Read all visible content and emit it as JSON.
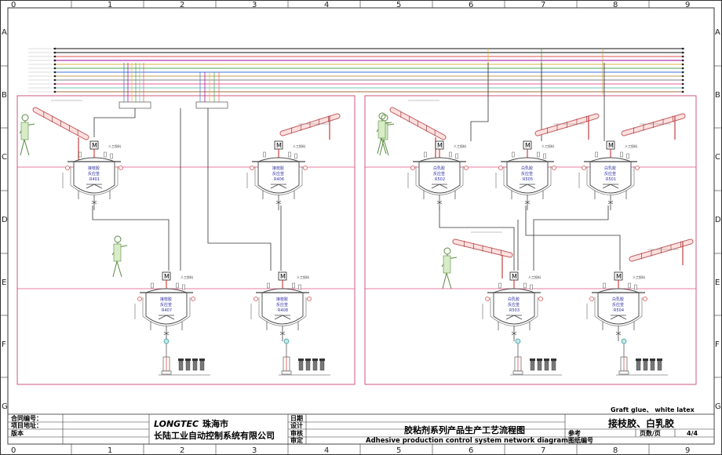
{
  "grid": {
    "columns": [
      "0",
      "1",
      "2",
      "3",
      "4",
      "5",
      "6",
      "7",
      "8",
      "9"
    ],
    "rows": [
      "A",
      "B",
      "C",
      "D",
      "E",
      "F",
      "G"
    ]
  },
  "colors": {
    "header_lines": [
      "#111111",
      "#111111",
      "#e05050",
      "#a000a0",
      "#e0b040",
      "#50a050",
      "#4070d0",
      "#c0a050",
      "#808080",
      "#e060a0",
      "#70c0c0",
      "#a07040"
    ],
    "process_pipe": "#e05080",
    "frame_line": "#c03060",
    "motor_line": "#cc2222",
    "sensor": "#40a0a0"
  },
  "vessels": [
    {
      "id": "reactor-01",
      "name_line1": "接枝胶",
      "name_line2": "反应釜",
      "tag": "R401"
    },
    {
      "id": "reactor-02",
      "name_line1": "接枝胶",
      "name_line2": "反应釜",
      "tag": "R406"
    },
    {
      "id": "reactor-03",
      "name_line1": "接枝胶",
      "name_line2": "反应釜",
      "tag": "R407"
    },
    {
      "id": "reactor-04",
      "name_line1": "接枝胶",
      "name_line2": "反应釜",
      "tag": "R408"
    },
    {
      "id": "reactor-05",
      "name_line1": "白乳胶",
      "name_line2": "反应釜",
      "tag": "R502"
    },
    {
      "id": "reactor-06",
      "name_line1": "白乳胶",
      "name_line2": "反应釜",
      "tag": "R505"
    },
    {
      "id": "reactor-07",
      "name_line1": "白乳胶",
      "name_line2": "反应釜",
      "tag": "R501"
    },
    {
      "id": "reactor-08",
      "name_line1": "白乳胶",
      "name_line2": "反应釜",
      "tag": "R503"
    },
    {
      "id": "reactor-09",
      "name_line1": "白乳胶",
      "name_line2": "反应釜",
      "tag": "R504"
    }
  ],
  "labels": {
    "manual_feed": "人工投料",
    "motor": "M"
  },
  "title_block": {
    "contract_no": "合同编号：",
    "project_address": "项目地址：",
    "version": "版本",
    "company_en": "LONGTEC",
    "company_city": "珠海市",
    "company_cn": "长陆工业自动控制系统有限公司",
    "date": "日期",
    "design": "设计",
    "review": "审核",
    "approve": "审定",
    "drawing_title_cn": "胶粘剂系列产品生产工艺流程图",
    "drawing_title_en": "Adhesive production control system network diagram",
    "product_en": "Graft glue、 white latex",
    "product_cn": "接枝胶、白乳胶",
    "reference": "参考",
    "drawing_no": "图纸编号",
    "page_label": "页数/页",
    "page_value": "4/4"
  }
}
